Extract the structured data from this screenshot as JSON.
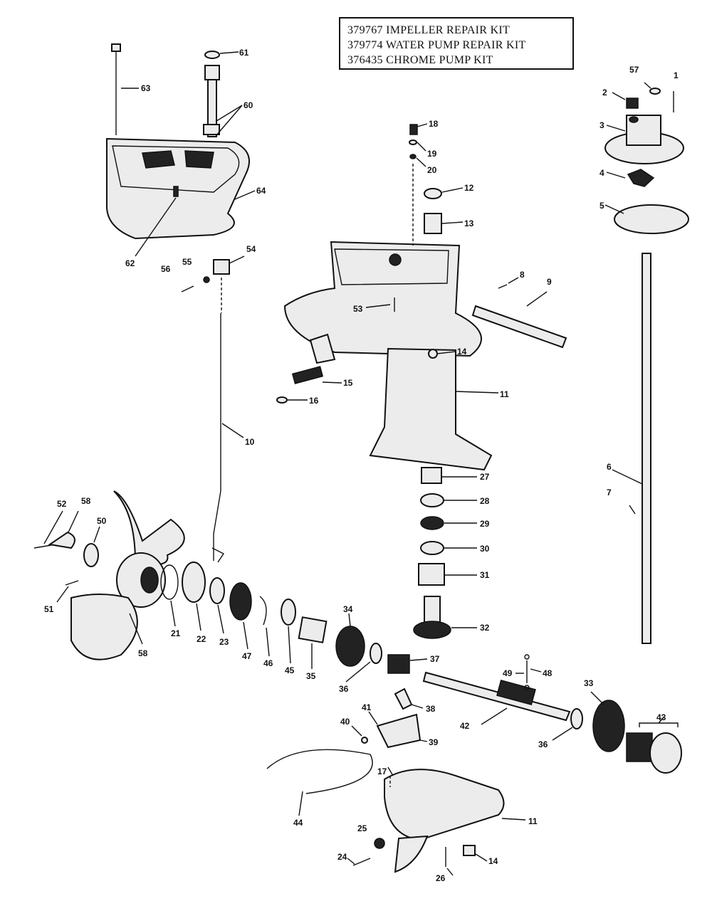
{
  "kits": [
    {
      "number": "379767",
      "name": "IMPELLER REPAIR KIT"
    },
    {
      "number": "379774",
      "name": "WATER PUMP REPAIR KIT"
    },
    {
      "number": "376435",
      "name": "CHROME PUMP KIT"
    }
  ],
  "callouts": {
    "c1": "1",
    "c2": "2",
    "c3": "3",
    "c4": "4",
    "c5": "5",
    "c6": "6",
    "c7": "7",
    "c8": "8",
    "c9": "9",
    "c10": "10",
    "c11a": "11",
    "c11b": "11",
    "c12": "12",
    "c13": "13",
    "c14a": "14",
    "c14b": "14",
    "c15": "15",
    "c16": "16",
    "c17": "17",
    "c18": "18",
    "c19": "19",
    "c20": "20",
    "c21": "21",
    "c22": "22",
    "c23": "23",
    "c24": "24",
    "c25": "25",
    "c26": "26",
    "c27": "27",
    "c28": "28",
    "c29": "29",
    "c30": "30",
    "c31": "31",
    "c32": "32",
    "c33": "33",
    "c34": "34",
    "c35": "35",
    "c36a": "36",
    "c36b": "36",
    "c37": "37",
    "c38": "38",
    "c39": "39",
    "c40": "40",
    "c41": "41",
    "c42": "42",
    "c43": "43",
    "c44": "44",
    "c45": "45",
    "c46": "46",
    "c47": "47",
    "c48": "48",
    "c49": "49",
    "c50": "50",
    "c51": "51",
    "c52": "52",
    "c53": "53",
    "c54": "54",
    "c55": "55",
    "c56": "56",
    "c57": "57",
    "c58a": "58",
    "c58b": "58",
    "c60": "60",
    "c61": "61",
    "c62": "62",
    "c63": "63",
    "c64": "64"
  }
}
